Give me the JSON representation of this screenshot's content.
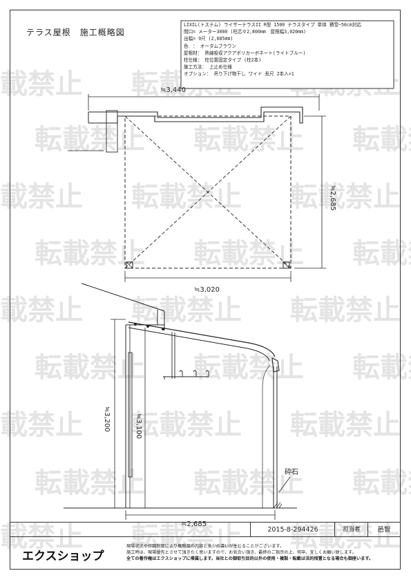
{
  "title": "テラス屋根　施工概略図",
  "watermark": "転載禁止",
  "spec_lines": [
    "LIXIL(トステム) ライザーテラスII R型 1500 テラスタイプ 単体 積雪~50cm対応",
    "間口= メーター3000 (柱芯々2,800mm　屋根幅3,020mm)",
    "出幅= 9尺 (2,685mm)",
    "色　： オータムブラウン",
    "屋根材： 熱線吸収アクアポリカーボネート(ライトブルー)",
    "柱仕様： 柱位置固定タイプ (柱2本)",
    "施工方法： 上止め仕様",
    "オプション： 吊り下げ物干し ワイド 長尺 2本入×1"
  ],
  "dimensions": {
    "plan_top": "≒3,440",
    "plan_right": "≒2,685",
    "plan_bottom": "≒3,020",
    "side_total_height": "≒3,200",
    "side_post_height": "≒3,100",
    "side_depth": "≒2,685"
  },
  "labels": {
    "gravel": "砕石"
  },
  "footer": {
    "order_number": "2015-8-294426",
    "person_label": "担当者",
    "person_name": "邑智",
    "logo": "エクスショップ",
    "notes": [
      "現場状況や作図制度により概略図の内容と多少の違いが生じることがございます。",
      "施工時は、現場優先とさせて頂きたく思いますので、お気合い頂き、最終のご指示の上、何卒、宜しくお願い致します。",
      "全ての著作権はエクスショップに帰属します。当社との御取引目的以外の使用・複製・転載は法的措置となる場合も御座います。"
    ]
  }
}
